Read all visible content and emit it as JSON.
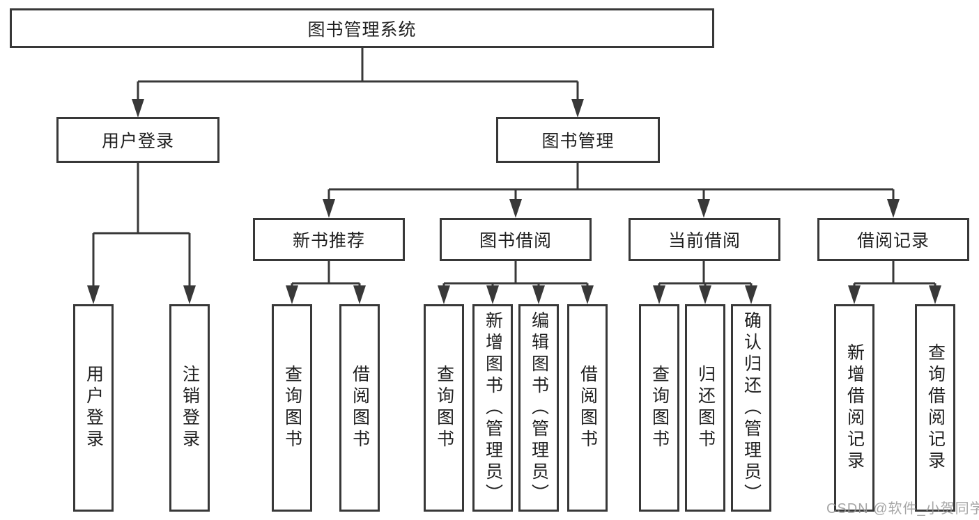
{
  "diagram": {
    "root": "图书管理系统",
    "branches": [
      {
        "label": "用户登录",
        "children": [
          {
            "label": "用户登录"
          },
          {
            "label": "注销登录"
          }
        ]
      },
      {
        "label": "图书管理",
        "children": [
          {
            "label": "新书推荐",
            "children": [
              {
                "label": "查询图书"
              },
              {
                "label": "借阅图书"
              }
            ]
          },
          {
            "label": "图书借阅",
            "children": [
              {
                "label": "查询图书"
              },
              {
                "label": "新增图书（管理员）"
              },
              {
                "label": "编辑图书（管理员）"
              },
              {
                "label": "借阅图书"
              }
            ]
          },
          {
            "label": "当前借阅",
            "children": [
              {
                "label": "查询图书"
              },
              {
                "label": "归还图书"
              },
              {
                "label": "确认归还（管理员）"
              }
            ]
          },
          {
            "label": "借阅记录",
            "children": [
              {
                "label": "新增借阅记录"
              },
              {
                "label": "查询借阅记录"
              }
            ]
          }
        ]
      }
    ]
  },
  "watermark": "CSDN @软件_小贺同学",
  "colors": {
    "line": "#383838",
    "box_border": "#383838",
    "text": "#1f1f1f",
    "watermark": "#969696",
    "background": "#ffffff"
  }
}
